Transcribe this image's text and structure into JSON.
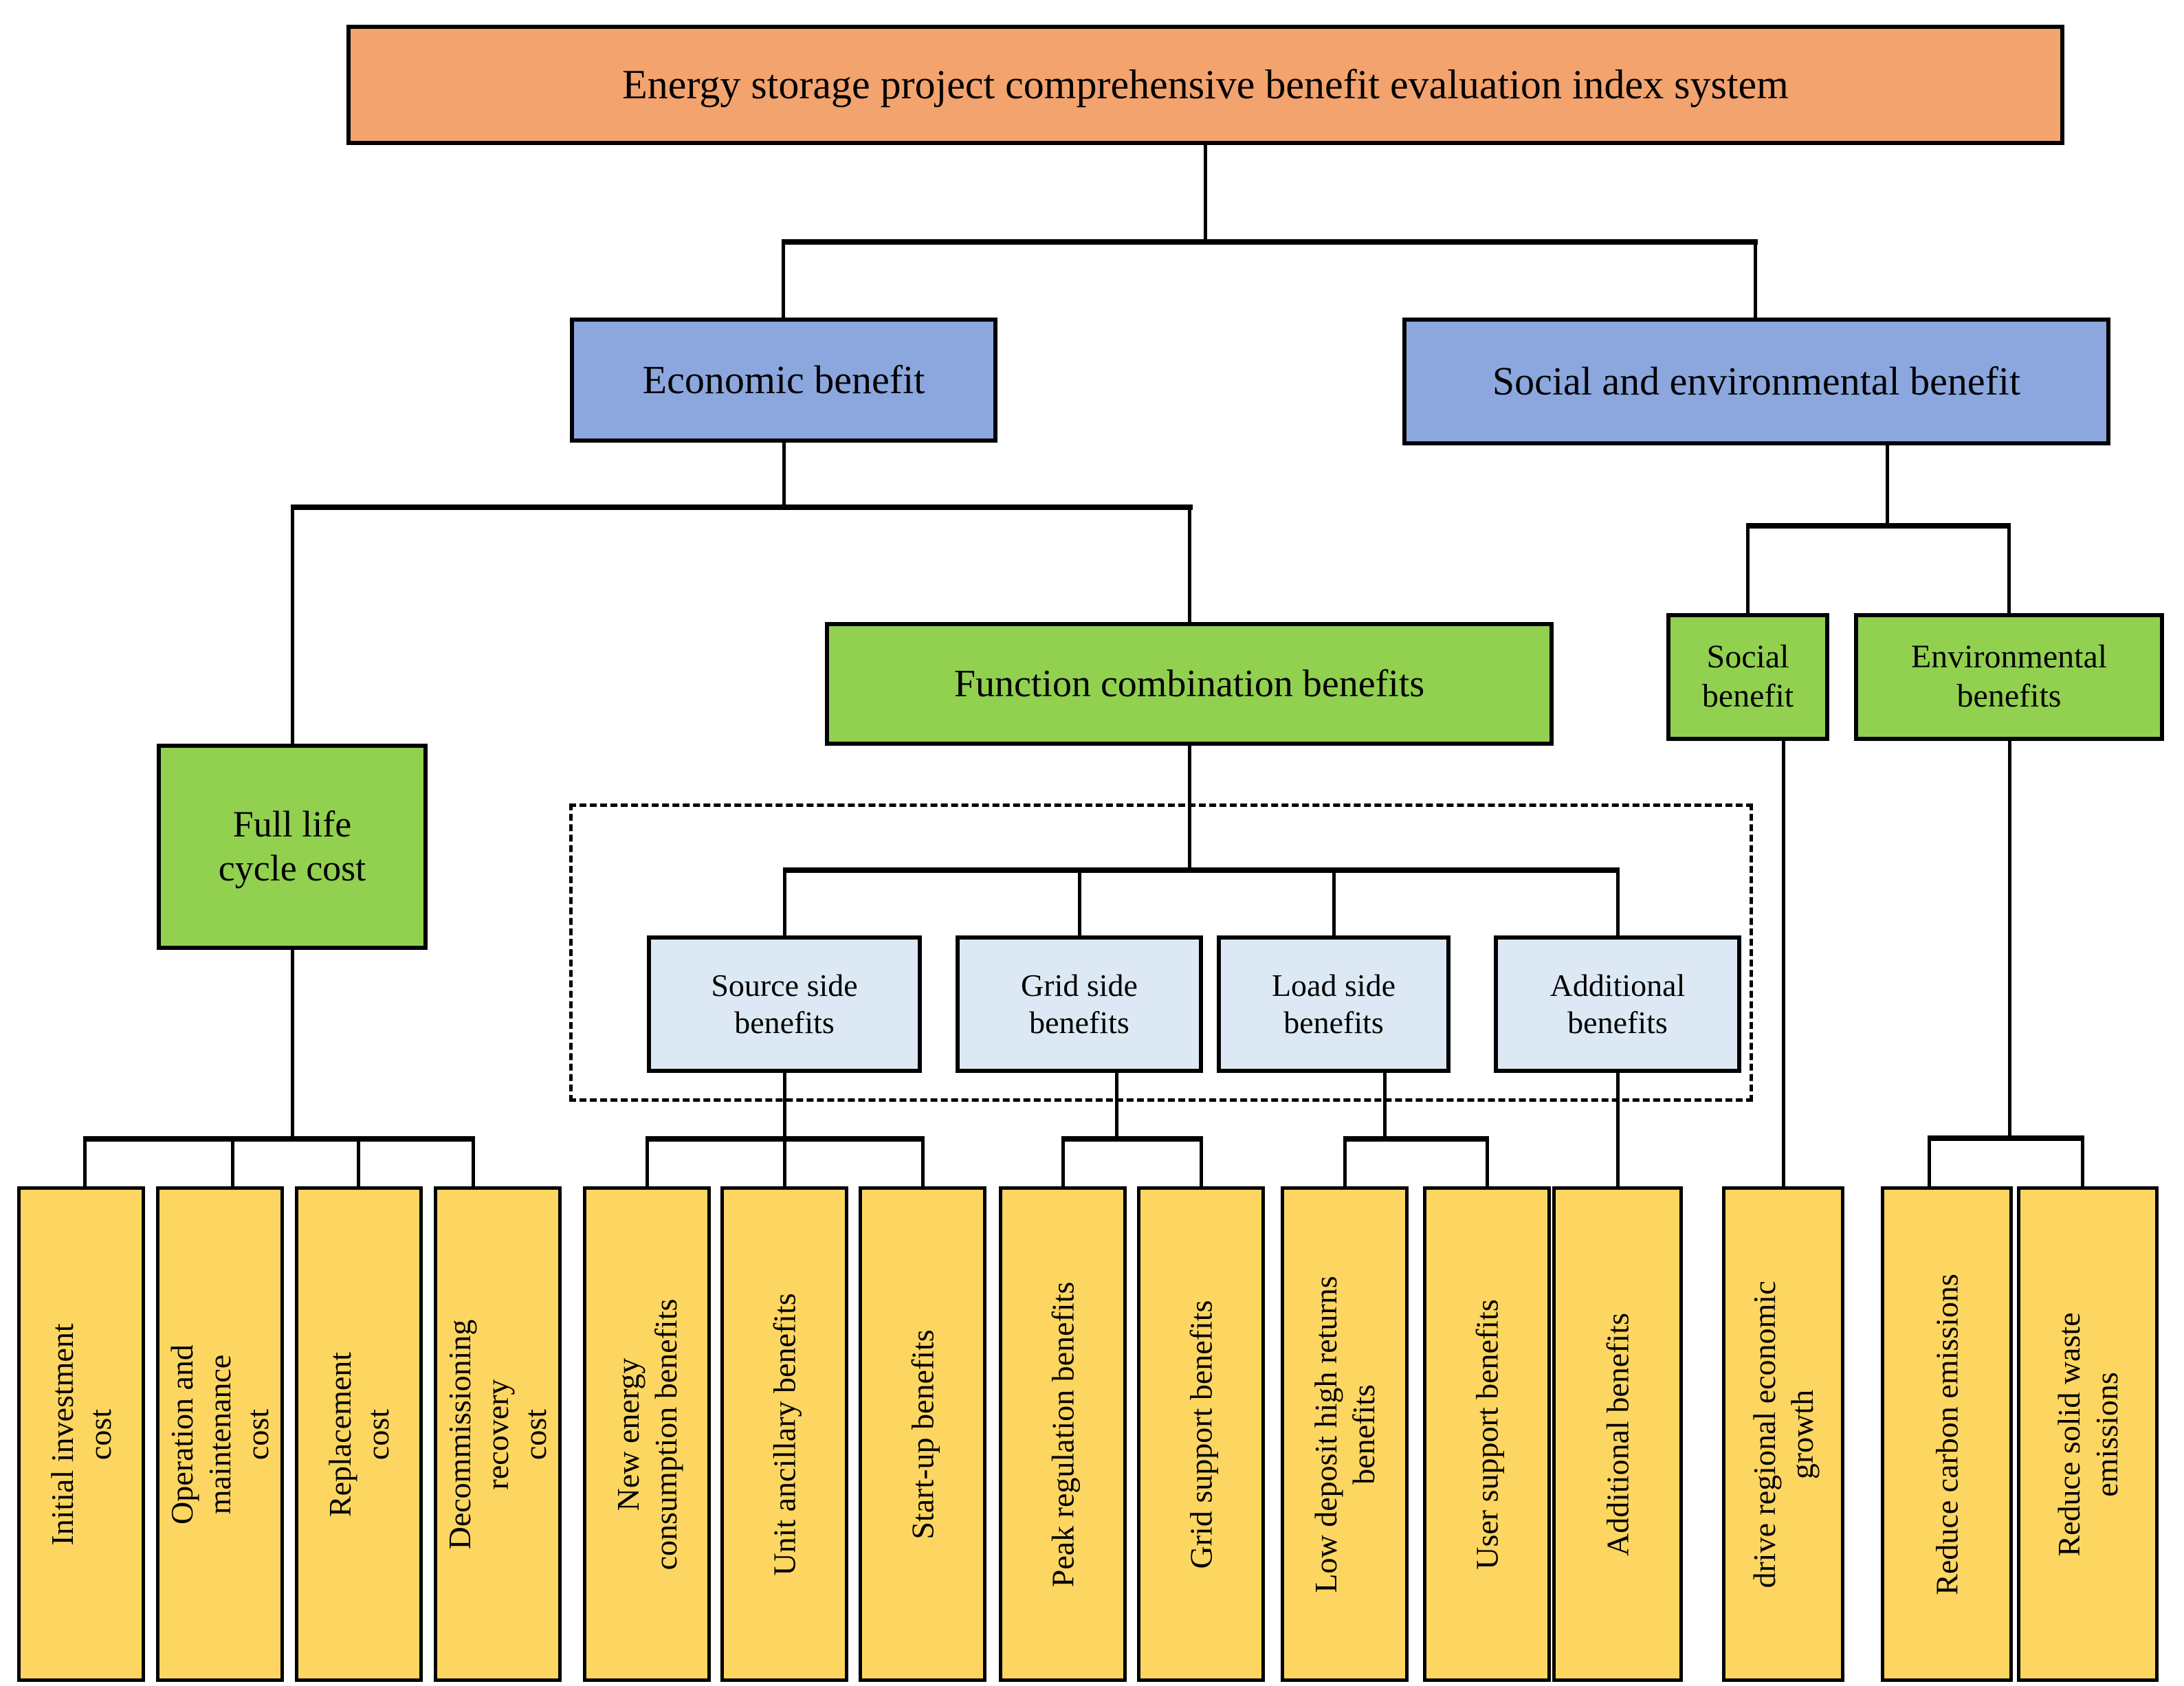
{
  "palette": {
    "root_fill": "#F2A36E",
    "level2_fill": "#8BA7DE",
    "level3_fill": "#92D050",
    "level4_fill": "#DCE9F4",
    "leaf_fill": "#FDD662",
    "line_color": "#000000"
  },
  "nodes": {
    "root": "Energy storage project comprehensive benefit evaluation index system",
    "economic": "Economic benefit",
    "social_environmental": "Social and environmental benefit",
    "full_life_cycle_cost": "Full life\ncycle cost",
    "function_combination": "Function combination benefits",
    "social_benefit": "Social\nbenefit",
    "environmental_benefits": "Environmental\nbenefits",
    "source_side": "Source side\nbenefits",
    "grid_side": "Grid side\nbenefits",
    "load_side": "Load side\nbenefits",
    "additional_group": "Additional\nbenefits",
    "leaves": [
      {
        "label": "Initial investment\ncost"
      },
      {
        "label": "Operation and\nmaintenance\ncost"
      },
      {
        "label": "Replacement\ncost"
      },
      {
        "label": "Decommissioning\nrecovery\ncost"
      },
      {
        "label": "New energy\nconsumption benefits"
      },
      {
        "label": "Unit ancillary benefits"
      },
      {
        "label": "Start-up benefits"
      },
      {
        "label": "Peak regulation benefits"
      },
      {
        "label": "Grid support benefits"
      },
      {
        "label": "Low deposit high returns\nbenefits"
      },
      {
        "label": "User support benefits"
      },
      {
        "label": "Additional benefits"
      },
      {
        "label": "drive regional economic\ngrowth"
      },
      {
        "label": "Reduce carbon emissions"
      },
      {
        "label": "Reduce solid waste\nemissions"
      }
    ]
  }
}
